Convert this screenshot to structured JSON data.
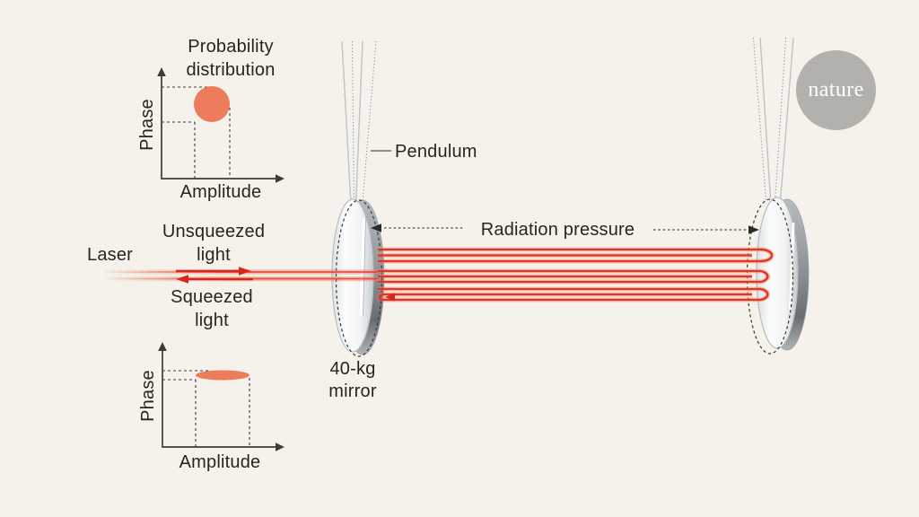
{
  "colors": {
    "background": "#f4f2ea",
    "text": "#252522",
    "axis": "#3c3c3a",
    "distribution_orange": "#ee7b5c",
    "beam_core_red": "#e1342a",
    "beam_glow": "#f2825f",
    "arrow_red": "#d7261b",
    "dashed_annotation": "#4a4a46",
    "mirror_silver_light": "#fbfcfc",
    "mirror_silver_dark": "#6b7074",
    "nature_gray": "#b2b1ac"
  },
  "plots": {
    "unsqueezed": {
      "title": "Probability distribution",
      "ylabel": "Phase",
      "xlabel": "Amplitude",
      "state_shape": "circle"
    },
    "squeezed": {
      "ylabel": "Phase",
      "xlabel": "Amplitude",
      "state_shape": "flat-ellipse"
    }
  },
  "labels": {
    "laser": "Laser",
    "unsqueezed_light": "Unsqueezed light",
    "squeezed_light": "Squeezed light",
    "pendulum": "Pendulum",
    "radiation_pressure": "Radiation pressure",
    "mirror_mass": "40-kg mirror"
  },
  "branding": {
    "logo": "nature"
  }
}
